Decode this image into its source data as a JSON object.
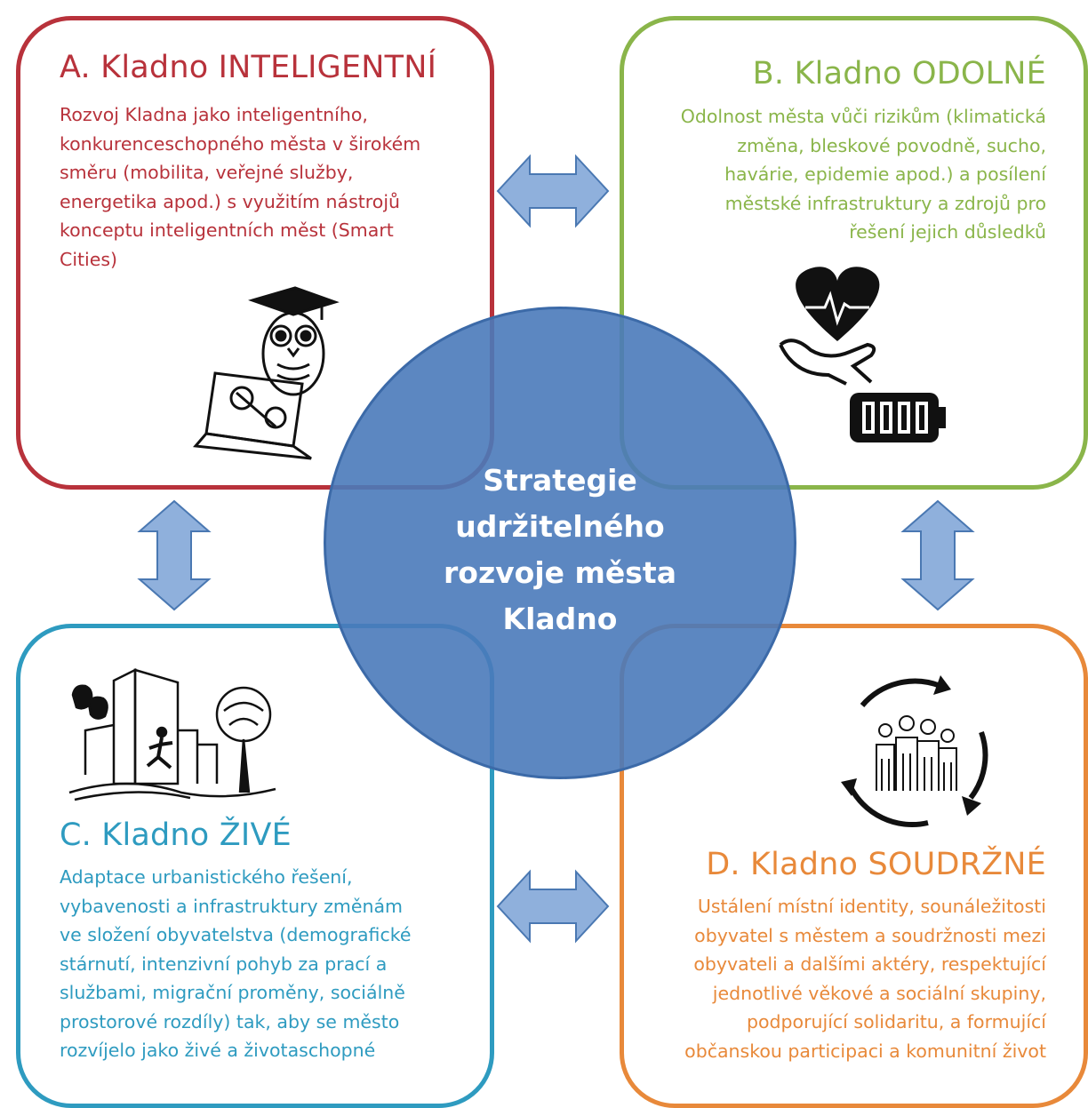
{
  "center": {
    "text": "Strategie\nudržitelného\nrozvoje města\nKladno"
  },
  "cards": {
    "a": {
      "title": "A. Kladno INTELIGENTNÍ",
      "desc": "Rozvoj Kladna jako inteligentního,\nkonkurenceschopného města v širokém\nsměru (mobilita, veřejné služby,\nenergetika apod.) s využitím nástrojů\nkonceptu inteligentních měst (Smart\nCities)",
      "color": "#b8323b",
      "icon": "owl-laptop-icon"
    },
    "b": {
      "title": "B. Kladno ODOLNÉ",
      "desc": "Odolnost města vůči rizikům (klimatická\nzměna, bleskové povodně, sucho,\nhavárie, epidemie apod.) a posílení\nměstské infrastruktury a zdrojů pro\nřešení jejich důsledků",
      "color": "#8ab54a",
      "icon": "heart-hand-battery-icon"
    },
    "c": {
      "title": "C. Kladno ŽIVÉ",
      "desc": "Adaptace urbanistického řešení,\nvybavenosti a infrastruktury změnám\nve složení obyvatelstva (demografické\nstárnutí, intenzivní pohyb za prací a\nslužbami, migrační proměny, sociálně\nprostorové rozdíly) tak, aby se město\nrozvíjelo jako živé a životaschopné",
      "color": "#2e9bc0",
      "icon": "city-runner-tree-icon"
    },
    "d": {
      "title": "D. Kladno SOUDRŽNÉ",
      "desc": "Ustálení místní identity, sounáležitosti\nobyvatel s městem a soudržnosti mezi\nobyvateli a dalšími aktéry, respektující\njednotlivé věkové a sociální skupiny,\npodporující solidaritu, a formující\nobčanskou participaci a komunitní život",
      "color": "#e8893a",
      "icon": "community-cycle-icon"
    }
  },
  "arrow_color": "#8fb0dc"
}
